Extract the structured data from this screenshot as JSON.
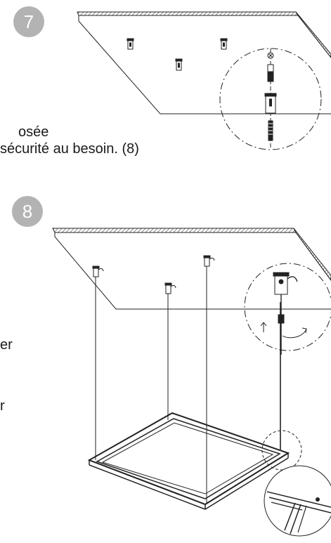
{
  "steps": [
    {
      "number": "7"
    },
    {
      "number": "8"
    }
  ],
  "text": {
    "line1": "osée",
    "line2": " sécurité au besoin. (8)",
    "line3": "er",
    "line4": "r"
  },
  "colors": {
    "badge": "#b3b3b3",
    "line": "#222222",
    "hatch": "#444444"
  }
}
